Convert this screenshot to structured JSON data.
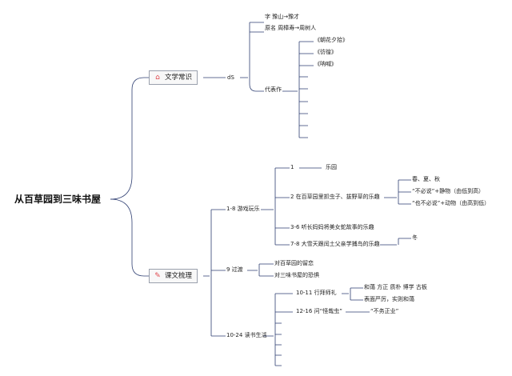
{
  "root": {
    "title": "从百草园到三味书屋"
  },
  "branch_literature": {
    "icon": "house-icon",
    "label": "文学常识",
    "child": "dS",
    "items": [
      "字 豫山→豫才",
      "原名 周樟寿→周树人"
    ],
    "works": {
      "label": "代表作",
      "titles": [
        "《朝花夕拾》",
        "《彷徨》",
        "《呐喊》"
      ]
    }
  },
  "branch_text": {
    "icon": "pencil-icon",
    "label": "课文梳理",
    "sections": [
      {
        "label": "1-8 游戏玩乐",
        "children": [
          {
            "label": "1",
            "child": "乐园"
          },
          {
            "label": "2 在百草园里抓虫子、拔野草的乐趣",
            "children": [
              "春、夏、秋",
              "“不必说”+静物（由低到高）",
              "“也不必说”+动物（由高到低）"
            ]
          },
          {
            "label": "3-6 听长妈妈将美女蛇故事的乐趣"
          },
          {
            "label": "7-8 大雪天跟闰土父亲学捕鸟的乐趣",
            "children": [
              "冬"
            ]
          }
        ]
      },
      {
        "label": "9 过渡",
        "children": [
          "对百草园的留恋",
          "对三味书屋的恐惧"
        ]
      },
      {
        "label": "10-24 读书生活",
        "children": [
          {
            "label": "10-11 行拜师礼",
            "children": [
              "和蔼 方正 质朴 博学 古板",
              "表面严厉，实则和蔼"
            ]
          },
          {
            "label": "12-16 问“怪哉虫”",
            "child": "“不务正业”"
          }
        ]
      }
    ]
  }
}
